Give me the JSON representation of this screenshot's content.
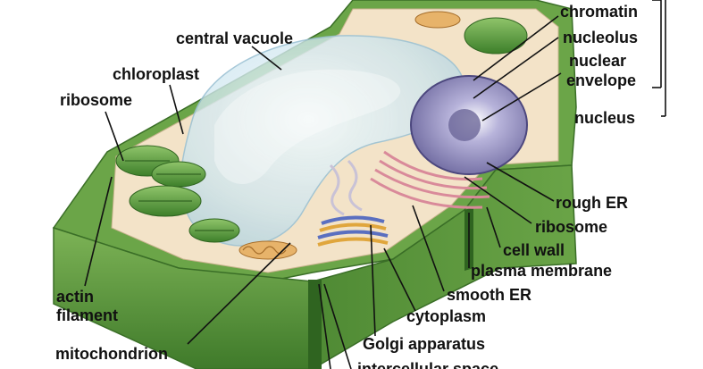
{
  "labels": {
    "central_vacuole": "central vacuole",
    "chloroplast": "chloroplast",
    "ribosome_left": "ribosome",
    "actin_filament_1": "actin",
    "actin_filament_2": "filament",
    "mitochondrion": "mitochondrion",
    "chromatin": "chromatin",
    "nucleolus": "nucleolus",
    "nuclear_envelope_1": "nuclear",
    "nuclear_envelope_2": "envelope",
    "nucleus": "nucleus",
    "rough_er": "rough ER",
    "ribosome_right": "ribosome",
    "cell_wall": "cell wall",
    "plasma_membrane": "plasma membrane",
    "smooth_er": "smooth ER",
    "cytoplasm": "cytoplasm",
    "golgi_apparatus": "Golgi apparatus",
    "intercellular_cut": "intercellular space"
  },
  "colors": {
    "cell_wall_green": "#5d9a3c",
    "cell_wall_dark": "#3f7a2a",
    "cytoplasm_cream": "#f3e3c8",
    "vacuole_blue": "#cfe6ef",
    "nucleus_purple": "#8b86b8",
    "er_pink": "#e9a8b3",
    "leader_line": "#111111"
  }
}
